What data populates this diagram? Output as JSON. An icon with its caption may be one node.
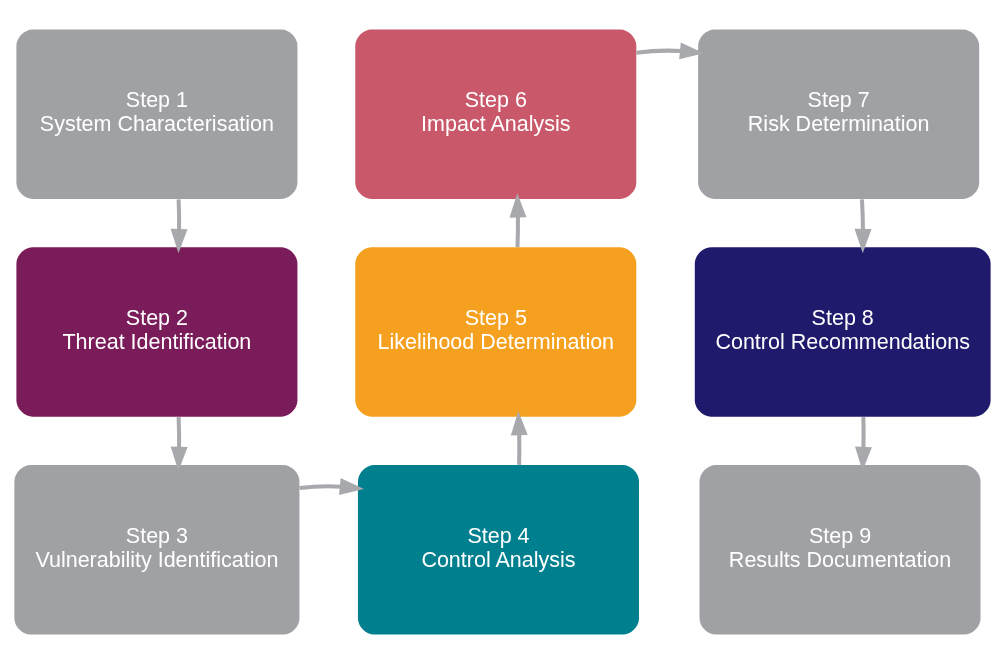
{
  "diagram": {
    "nodes": [
      {
        "text": [
          "Step 1",
          "System Characterisation"
        ]
      },
      {
        "text": [
          "Step 2",
          "Threat Identification"
        ]
      },
      {
        "text": [
          "Step 3",
          "Vulnerability Identification"
        ]
      },
      {
        "text": [
          "Step 4",
          "Control Analysis"
        ]
      },
      {
        "text": [
          "Step 5",
          "Likelihood Determination"
        ]
      },
      {
        "text": [
          "Step 6",
          "Impact Analysis"
        ]
      },
      {
        "text": [
          "Step 7",
          "Risk Determination"
        ]
      },
      {
        "text": [
          "Step 8",
          "Control Recommendations"
        ]
      },
      {
        "text": [
          "Step 9",
          "Results Documentation"
        ]
      }
    ],
    "edges": [
      {
        "from": 0,
        "to": 1,
        "arrow": "to"
      },
      {
        "from": 1,
        "to": 2,
        "arrow": "to"
      },
      {
        "from": 2,
        "to": 3,
        "arrow": "to"
      },
      {
        "from": 3,
        "to": 4,
        "arrow": "to"
      },
      {
        "from": 4,
        "to": 5,
        "arrow": "to"
      },
      {
        "from": 5,
        "to": 6,
        "arrow": "to"
      },
      {
        "from": 6,
        "to": 7,
        "arrow": "to"
      },
      {
        "from": 7,
        "to": 8,
        "arrow": "to"
      }
    ]
  }
}
